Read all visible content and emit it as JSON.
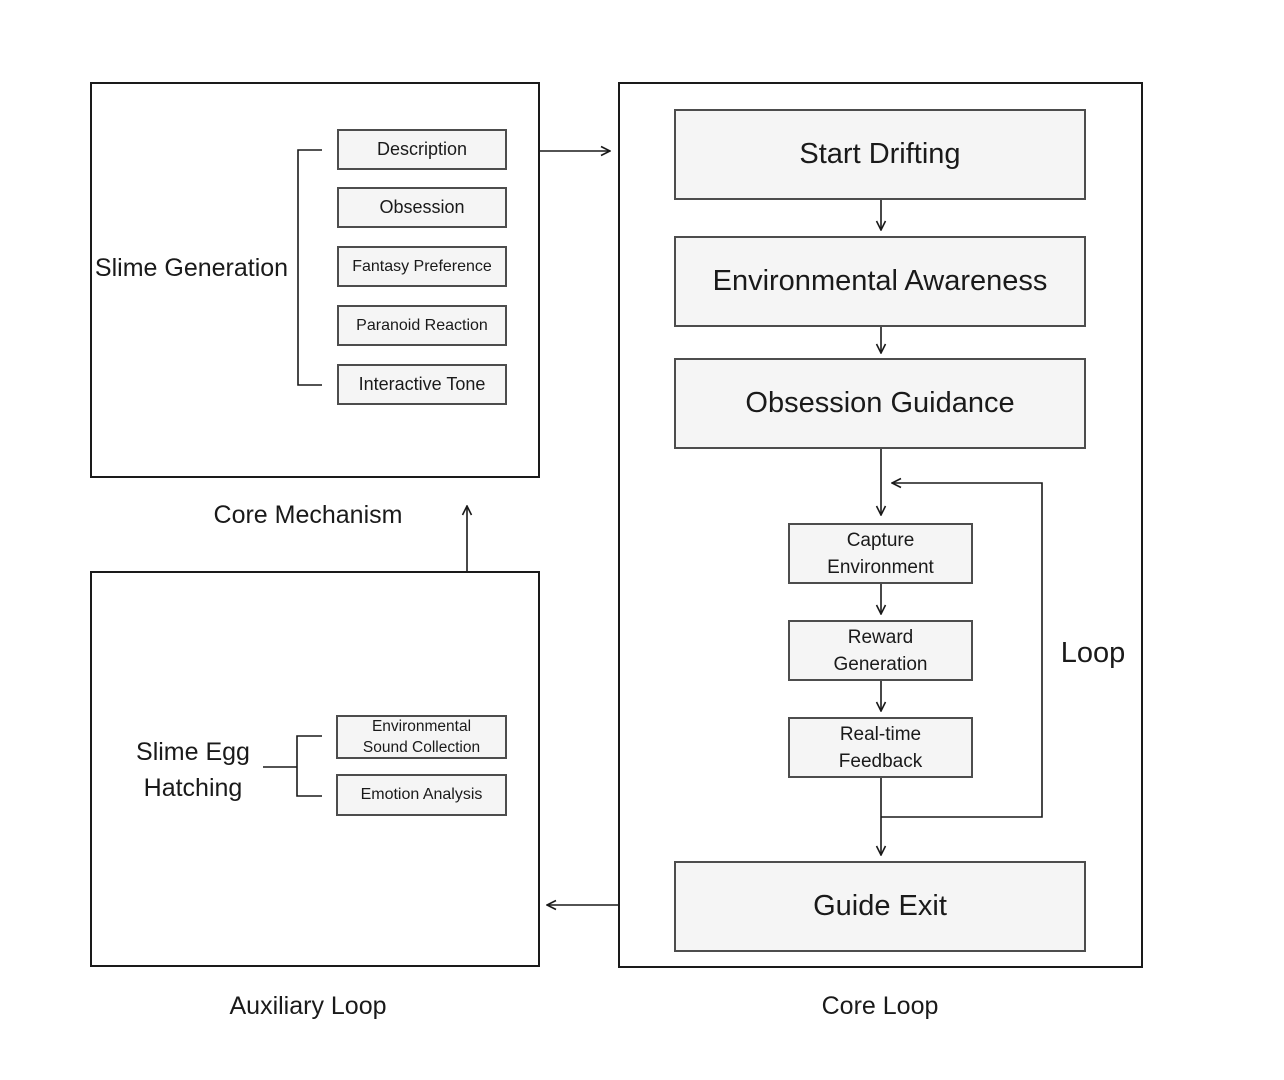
{
  "core_mechanism": {
    "caption": "Core Mechanism",
    "group_label": "Slime Generation",
    "items": [
      {
        "label": "Description"
      },
      {
        "label": "Obsession"
      },
      {
        "label": "Fantasy Preference"
      },
      {
        "label": "Paranoid Reaction"
      },
      {
        "label": "Interactive Tone"
      }
    ]
  },
  "auxiliary_loop": {
    "caption": "Auxiliary Loop",
    "group_label": "Slime Egg\nHatching",
    "items": [
      {
        "label": "Environmental\nSound Collection"
      },
      {
        "label": "Emotion Analysis"
      }
    ]
  },
  "core_loop": {
    "caption": "Core Loop",
    "loop_label": "Loop",
    "steps": [
      {
        "label": "Start Drifting"
      },
      {
        "label": "Environmental Awareness"
      },
      {
        "label": "Obsession Guidance"
      }
    ],
    "loop_steps": [
      {
        "label": "Capture\nEnvironment"
      },
      {
        "label": "Reward\nGeneration"
      },
      {
        "label": "Real-time\nFeedback"
      }
    ],
    "exit_label": "Guide Exit"
  },
  "colors": {
    "background": "#ffffff",
    "node_fill": "#f5f5f5",
    "node_border": "#4d4d4d",
    "container_border": "#1a1a1a",
    "line": "#1a1a1a",
    "text": "#1a1a1a"
  }
}
